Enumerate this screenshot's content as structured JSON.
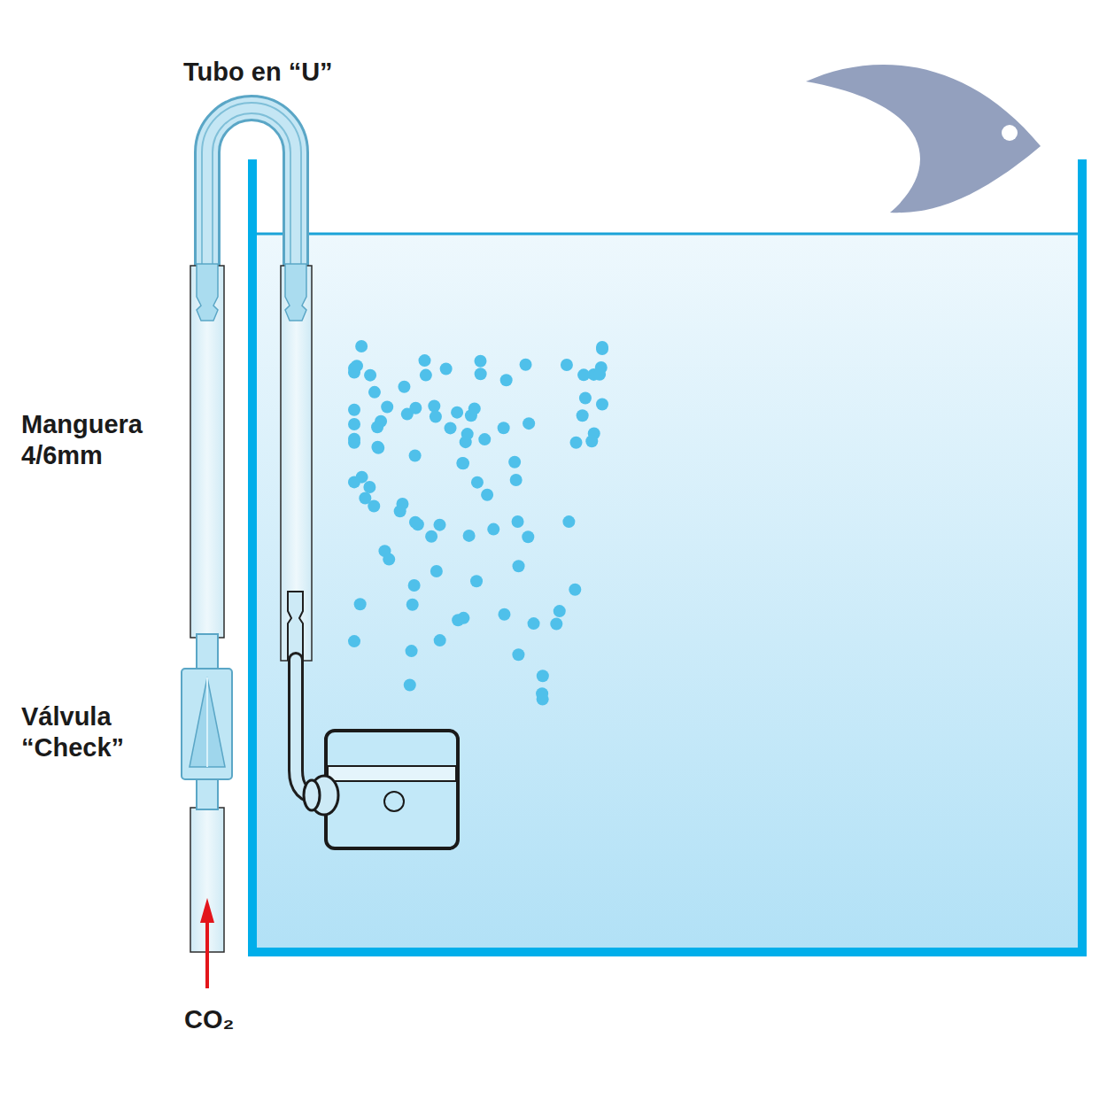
{
  "diagram": {
    "labels": [
      "Tubo en “U”",
      "Manguera 4/6mm",
      "Válvula “Check”",
      "CO₂"
    ]
  }
}
